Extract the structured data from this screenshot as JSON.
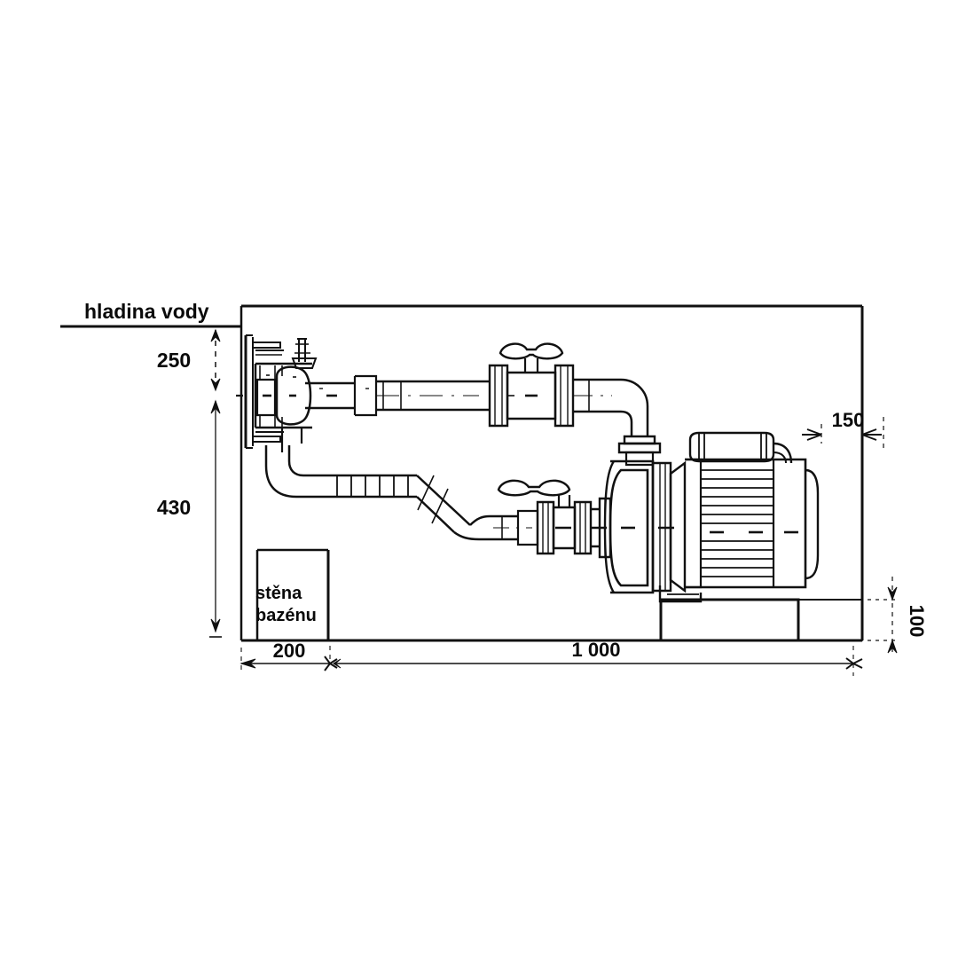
{
  "diagram": {
    "title_label": "hladina vody",
    "language": "cs",
    "subject": "pool pump installation section drawing",
    "line_color": "#111111",
    "background_color": "#ffffff"
  },
  "labels": {
    "water_level": "hladina vody",
    "pool_wall_line1": "stěna",
    "pool_wall_line2": "bazénu"
  },
  "dimensions": {
    "vertical_top": "250",
    "vertical_bottom": "430",
    "horizontal_left": "200",
    "horizontal_main": "1 000",
    "clearance_right": "150",
    "plinth_height": "100"
  },
  "components": {
    "wall_fitting": "wall-inlet-fitting",
    "discharge_valve": "ball-valve-upper",
    "suction_valve": "ball-valve-lower",
    "pump": "centrifugal-pump",
    "motor": "electric-motor",
    "terminal_box": "motor-terminal-box",
    "flexible_hose": "flexible-suction-hose",
    "base": "concrete-plinth"
  }
}
